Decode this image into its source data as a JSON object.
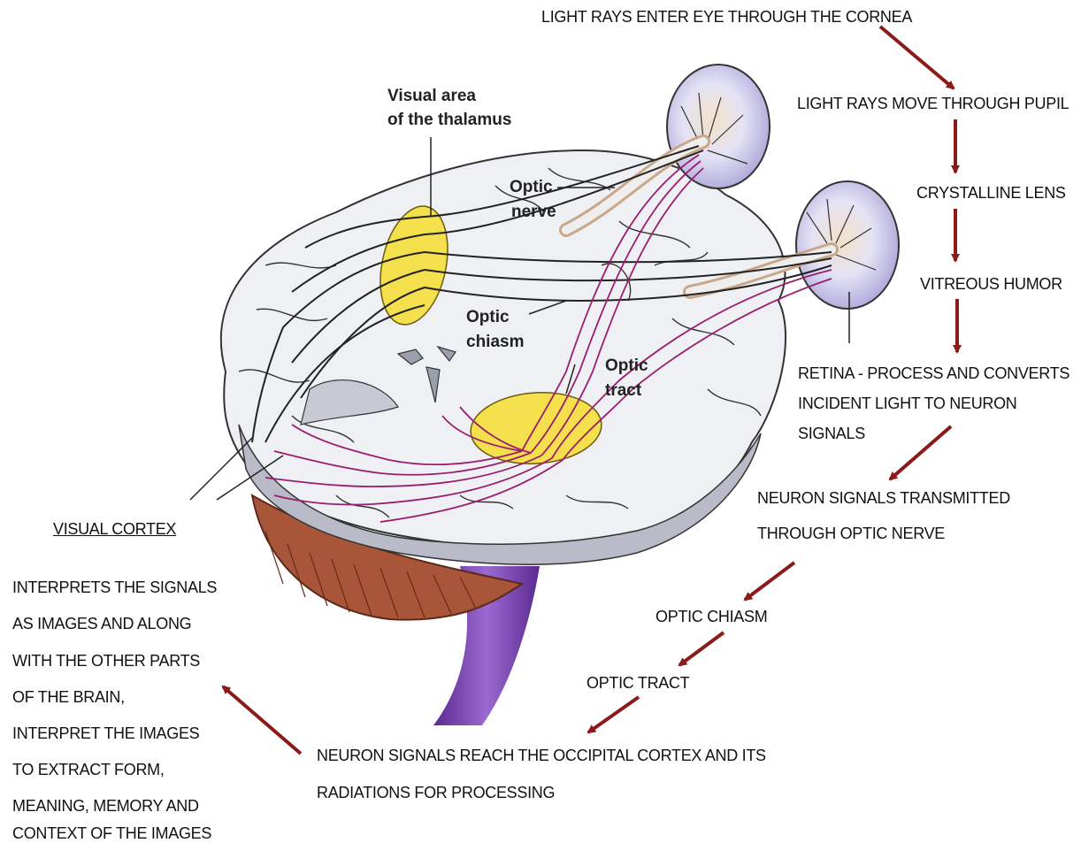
{
  "steps": {
    "cornea": "LIGHT RAYS ENTER EYE THROUGH THE CORNEA",
    "pupil": "LIGHT RAYS MOVE THROUGH PUPIL",
    "lens": "CRYSTALLINE LENS",
    "vitreous": "VITREOUS HUMOR",
    "retina": [
      "RETINA - PROCESS AND CONVERTS",
      "INCIDENT LIGHT TO NEURON",
      "SIGNALS"
    ],
    "nerve": [
      "NEURON SIGNALS TRANSMITTED",
      "THROUGH OPTIC NERVE"
    ],
    "chiasm": "OPTIC CHIASM",
    "tract": "OPTIC TRACT",
    "occipital": [
      "NEURON SIGNALS REACH THE OCCIPITAL CORTEX AND ITS",
      "RADIATIONS FOR PROCESSING"
    ]
  },
  "visual_cortex": {
    "title": "VISUAL CORTEX",
    "description": [
      "INTERPRETS THE SIGNALS",
      "AS IMAGES AND ALONG",
      "WITH THE OTHER PARTS",
      "OF THE BRAIN,",
      "INTERPRET THE IMAGES",
      "TO EXTRACT FORM,",
      "MEANING, MEMORY AND",
      "CONTEXT OF THE IMAGES"
    ]
  },
  "anatomy_labels": {
    "thalamus": [
      "Visual area",
      "of the thalamus"
    ],
    "optic_nerve": [
      "Optic",
      "nerve"
    ],
    "optic_chiasm": [
      "Optic",
      "chiasm"
    ],
    "optic_tract": [
      "Optic",
      "tract"
    ]
  },
  "colors": {
    "arrow": "#8b1a1a",
    "brain": "#f0f1f4",
    "brain_shadow": "#b9bcc8",
    "thalamus": "#f4e04d",
    "pathway": "#9a1f6e",
    "cerebellum": "#a8553a",
    "brainstem": "#7a3fb0",
    "eye": "#d6d3ee"
  }
}
